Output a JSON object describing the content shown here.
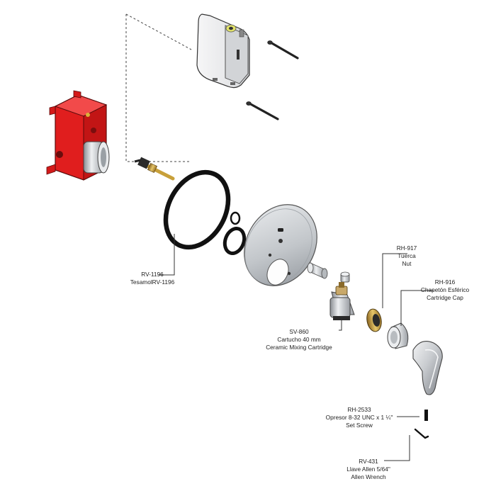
{
  "parts": [
    {
      "id": "rv1196",
      "lines": [
        "RV-1196",
        "TesamolRV-1196"
      ]
    },
    {
      "id": "sv860",
      "lines": [
        "SV-860",
        "Cartucho 40 mm",
        "Ceramic Mixing Cartridge"
      ]
    },
    {
      "id": "rh917",
      "lines": [
        "RH-917",
        "Tuerca",
        "Nut"
      ]
    },
    {
      "id": "rh916",
      "lines": [
        "RH-916",
        "Chapetón Esférico",
        "Cartridge Cap"
      ]
    },
    {
      "id": "rh2533",
      "lines": [
        "RH-2533",
        "Opresor 8-32 UNC x 1 ¼\"",
        "Set Screw"
      ]
    },
    {
      "id": "rv431",
      "lines": [
        "RV-431",
        "Llave Allen 5/64\"",
        "Allen Wrench"
      ]
    }
  ],
  "colors": {
    "valve_body": "#e01e1e",
    "brass": "#c8a03a",
    "chrome": "#c9ccd0",
    "gasket": "#111111",
    "leader_line": "#333333"
  }
}
